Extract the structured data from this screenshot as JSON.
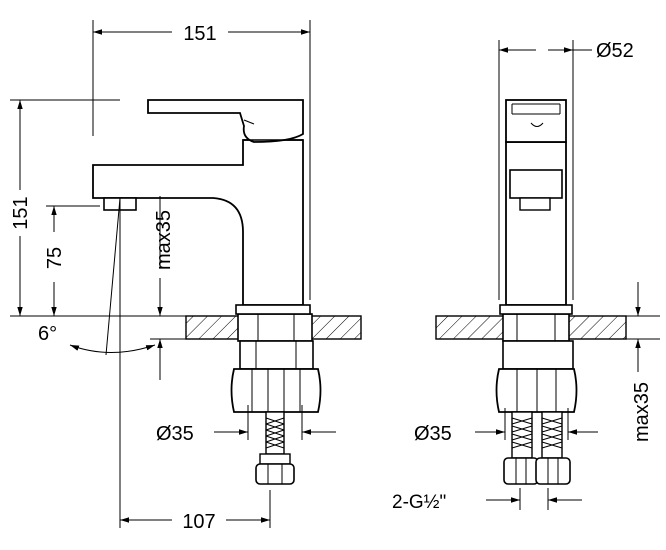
{
  "dimensions": {
    "width_top": "151",
    "height_left": "151",
    "spout_height": "75",
    "max_deck": "max35",
    "angle": "6°",
    "hole_diameter_left": "Ø35",
    "reach": "107",
    "base_diameter": "Ø52",
    "hole_diameter_right": "Ø35",
    "connection": "2-G½\"",
    "max_deck_right": "max35"
  }
}
